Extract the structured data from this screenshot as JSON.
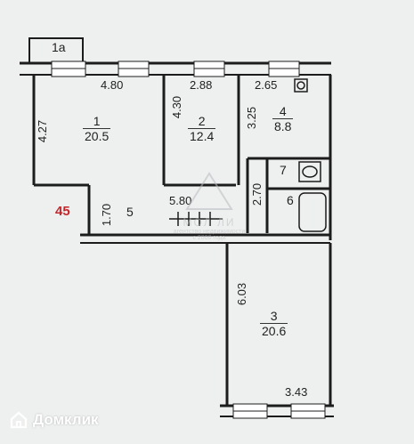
{
  "plan": {
    "room_1": {
      "number": "1",
      "area": "20.5"
    },
    "room_1a": {
      "number": "1а"
    },
    "room_2": {
      "number": "2",
      "area": "12.4"
    },
    "room_3": {
      "number": "3",
      "area": "20.6"
    },
    "room_4": {
      "number": "4",
      "area": "8.8"
    },
    "room_5": {
      "number": "5"
    },
    "room_6": {
      "number": "6"
    },
    "room_7": {
      "number": "7"
    },
    "marker": "45",
    "dimensions": {
      "d_480": "4.80",
      "d_427": "4.27",
      "d_430": "4.30",
      "d_288": "2.88",
      "d_265": "2.65",
      "d_325": "3.25",
      "d_270": "2.70",
      "d_170": "1.70",
      "d_580": "5.80",
      "d_603": "6.03",
      "d_343": "3.43"
    }
  },
  "watermark": {
    "name": "МОЛ ЛИ",
    "line1": "агентство недвижимости",
    "line2": "с 2000 года"
  },
  "brand": {
    "name": "Домклик"
  },
  "colors": {
    "background": "#eef0ef",
    "wall": "#1c1c1c",
    "marker": "#c4272b"
  }
}
